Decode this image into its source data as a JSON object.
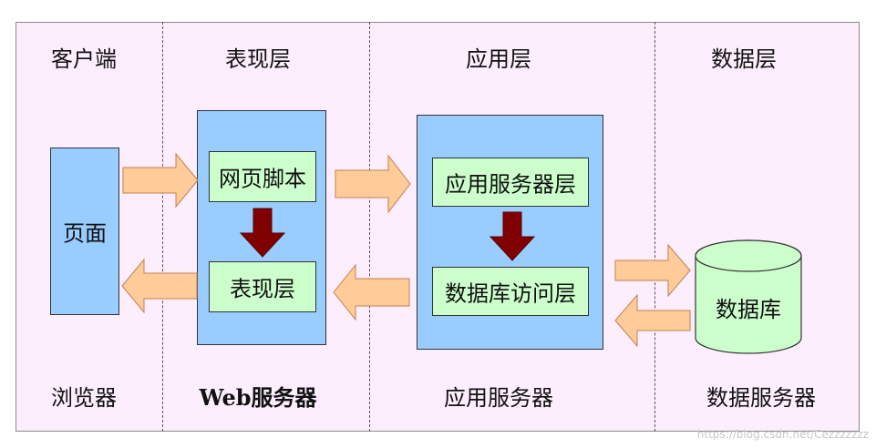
{
  "layers": {
    "client": "客户端",
    "presentation": "表现层",
    "application": "应用层",
    "data": "数据层"
  },
  "boxes": {
    "page": "页面",
    "web_script": "网页脚本",
    "presentation_layer": "表现层",
    "app_server_layer": "应用服务器层",
    "db_access_layer": "数据库访问层",
    "database": "数据库"
  },
  "servers": {
    "browser": "浏览器",
    "web_server": "Web服务器",
    "app_server": "应用服务器",
    "data_server": "数据服务器"
  },
  "watermark": "https://blog.csdn.net/Cezzzzzzz",
  "colors": {
    "background": "#fdeefd",
    "server_box": "#99ccff",
    "inner_box": "#ccffcc",
    "flow_arrow": "#ffcc99",
    "internal_arrow": "#800000",
    "database_fill": "#ccffcc"
  }
}
